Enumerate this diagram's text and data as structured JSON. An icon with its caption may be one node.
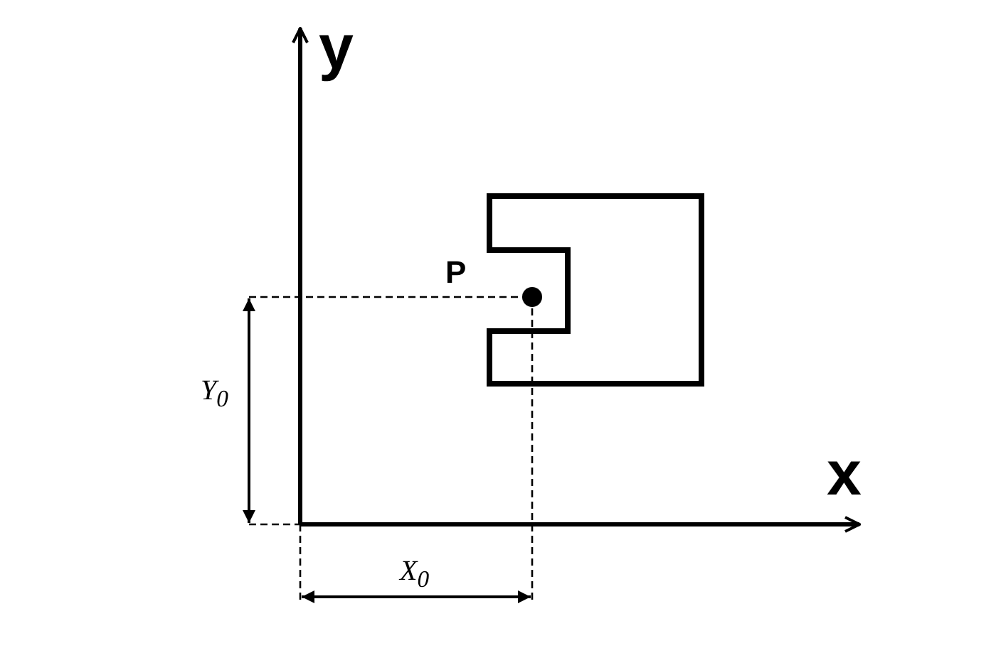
{
  "diagram": {
    "labels": [
      "y",
      "P",
      "Y$_{0}$",
      "x",
      "X$_{0}$"
    ]
  }
}
